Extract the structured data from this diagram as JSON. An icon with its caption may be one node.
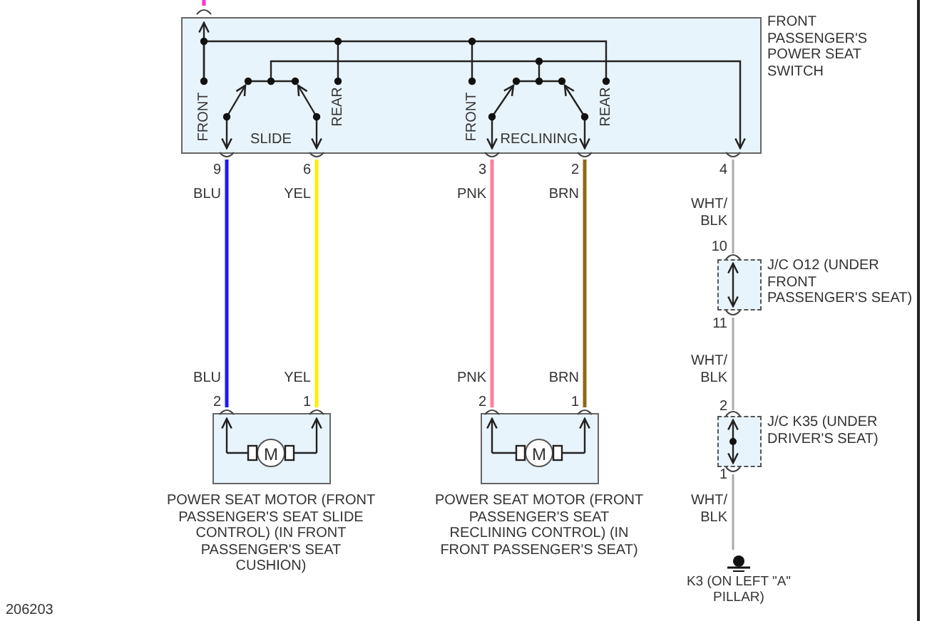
{
  "diagram": {
    "nodes": [
      {
        "text": [
          "FRONT PASSENGER'S POWER SEAT SWITCH",
          "FRONT",
          "SLIDE",
          "REAR",
          "FRONT",
          "RECLINING",
          "REAR"
        ]
      },
      {
        "text": [
          "M",
          "POWER SEAT MOTOR (FRONT PASSENGER'S SEAT SLIDE CONTROL) (IN FRONT PASSENGER'S SEAT CUSHION)"
        ]
      },
      {
        "text": [
          "M",
          "POWER SEAT MOTOR (FRONT PASSENGER'S SEAT RECLINING CONTROL) (IN FRONT PASSENGER'S SEAT)"
        ]
      },
      {
        "text": [
          "J/C O12 (UNDER FRONT PASSENGER'S SEAT)"
        ]
      },
      {
        "text": [
          "J/C K35 (UNDER DRIVER'S SEAT)"
        ]
      },
      {
        "text": [
          "K3 (ON LEFT \"A\" PILLAR)"
        ]
      }
    ],
    "edges": [
      {
        "from": 0,
        "to": 1,
        "arrow": "none",
        "label": "BLU",
        "color": "#1a1aff"
      },
      {
        "from": 0,
        "to": 1,
        "arrow": "none",
        "label": "YEL",
        "color": "#ffee00"
      },
      {
        "from": 0,
        "to": 2,
        "arrow": "none",
        "label": "PNK",
        "color": "#ff8099"
      },
      {
        "from": 0,
        "to": 2,
        "arrow": "none",
        "label": "BRN",
        "color": "#8b6914"
      },
      {
        "from": 0,
        "to": 3,
        "arrow": "none",
        "label": "WHT/ BLK"
      },
      {
        "from": 3,
        "to": 4,
        "arrow": "none",
        "label": "WHT/ BLK"
      },
      {
        "from": 4,
        "to": 5,
        "arrow": "none",
        "label": "WHT/ BLK"
      },
      {
        "from": null,
        "to": 0,
        "arrow": "none",
        "color": "#ff33cc"
      }
    ],
    "labels": [
      "9",
      "6",
      "3",
      "2",
      "4",
      "10",
      "11",
      "BLU",
      "YEL",
      "PNK",
      "BRN",
      "2",
      "1",
      "2",
      "1",
      "2",
      "1",
      "206203"
    ]
  }
}
